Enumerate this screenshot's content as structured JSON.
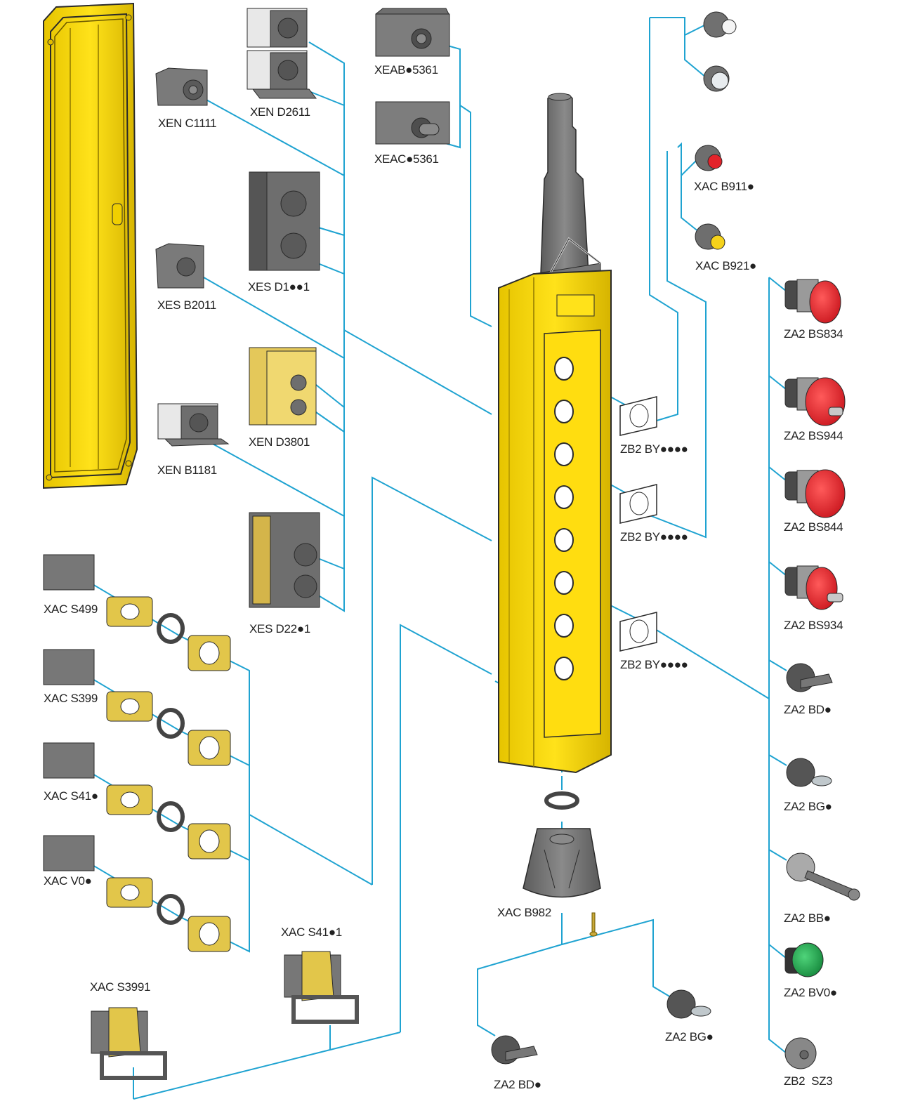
{
  "diagram": {
    "title": "Pendant control station exploded view",
    "colors": {
      "leader_line": "#1fa3d1",
      "enclosure_yellow": "#f2d400",
      "enclosure_yellow_dark": "#d9b800",
      "part_gray": "#6e6e6e",
      "part_gray_light": "#9a9a9a",
      "brass": "#e2c64a",
      "red": "#e3232b",
      "green": "#1fa64a",
      "yellow_cap": "#f5d21b",
      "outline": "#2a2a2a"
    },
    "contact_blocks": [
      {
        "id": "xenc1111",
        "label": "XEN C1111"
      },
      {
        "id": "xend2611",
        "label": "XEN D2611"
      },
      {
        "id": "xesb2011",
        "label": "XES B2011"
      },
      {
        "id": "xesd1xx1",
        "label": "XES D1●●1"
      },
      {
        "id": "xenb1181",
        "label": "XEN B1181"
      },
      {
        "id": "xend3801",
        "label": "XEN D3801"
      },
      {
        "id": "xesd22x1",
        "label": "XES D22●1"
      }
    ],
    "top_blocks": [
      {
        "id": "xeabx5361",
        "label": "XEAB●5361"
      },
      {
        "id": "xeacx5361",
        "label": "XEAC●5361"
      }
    ],
    "top_accessories": [
      {
        "id": "xacb911x",
        "label": "XAC B911●",
        "cap_color": "red"
      },
      {
        "id": "xacb921x",
        "label": "XAC B921●",
        "cap_color": "yellow"
      }
    ],
    "blanking_plates": [
      {
        "id": "zb2by-1",
        "label": "ZB2 BY●●●●"
      },
      {
        "id": "zb2by-2",
        "label": "ZB2 BY●●●●"
      },
      {
        "id": "zb2by-3",
        "label": "ZB2 BY●●●●"
      }
    ],
    "operator_heads": [
      {
        "id": "za2bs834",
        "label": "ZA2 BS834",
        "type": "mushroom-emergency-stop"
      },
      {
        "id": "za2bs944",
        "label": "ZA2 BS944",
        "type": "mushroom-key-release"
      },
      {
        "id": "za2bs844",
        "label": "ZA2 BS844",
        "type": "mushroom-turn-release"
      },
      {
        "id": "za2bs934",
        "label": "ZA2 BS934",
        "type": "mushroom-key-release"
      },
      {
        "id": "za2bdx",
        "label": "ZA2 BD●",
        "type": "selector-switch"
      },
      {
        "id": "za2bgx",
        "label": "ZA2 BG●",
        "type": "key-switch"
      },
      {
        "id": "za2bbx",
        "label": "ZA2 BB●",
        "type": "toggle-lever"
      },
      {
        "id": "za2bv0x",
        "label": "ZA2 BV0●",
        "type": "pilot-light-green"
      },
      {
        "id": "zb2sz3",
        "label": "ZB2  SZ3",
        "type": "blanking-plug"
      }
    ],
    "mounting_kits": [
      {
        "id": "xacs499",
        "label": "XAC S499"
      },
      {
        "id": "xacs399",
        "label": "XAC S399"
      },
      {
        "id": "xacs41x",
        "label": "XAC S41●"
      },
      {
        "id": "xacv0x",
        "label": "XAC V0●"
      }
    ],
    "interlocks": [
      {
        "id": "xacs41x1",
        "label": "XAC S41●1"
      },
      {
        "id": "xacs3991",
        "label": "XAC S3991"
      }
    ],
    "bottom_parts": [
      {
        "id": "xacb982",
        "label": "XAC B982"
      },
      {
        "id": "za2bdx-bottom",
        "label": "ZA2 BD●"
      },
      {
        "id": "za2bgx-bottom",
        "label": "ZA2 BG●"
      }
    ],
    "pendant": {
      "button_holes": 8
    }
  }
}
